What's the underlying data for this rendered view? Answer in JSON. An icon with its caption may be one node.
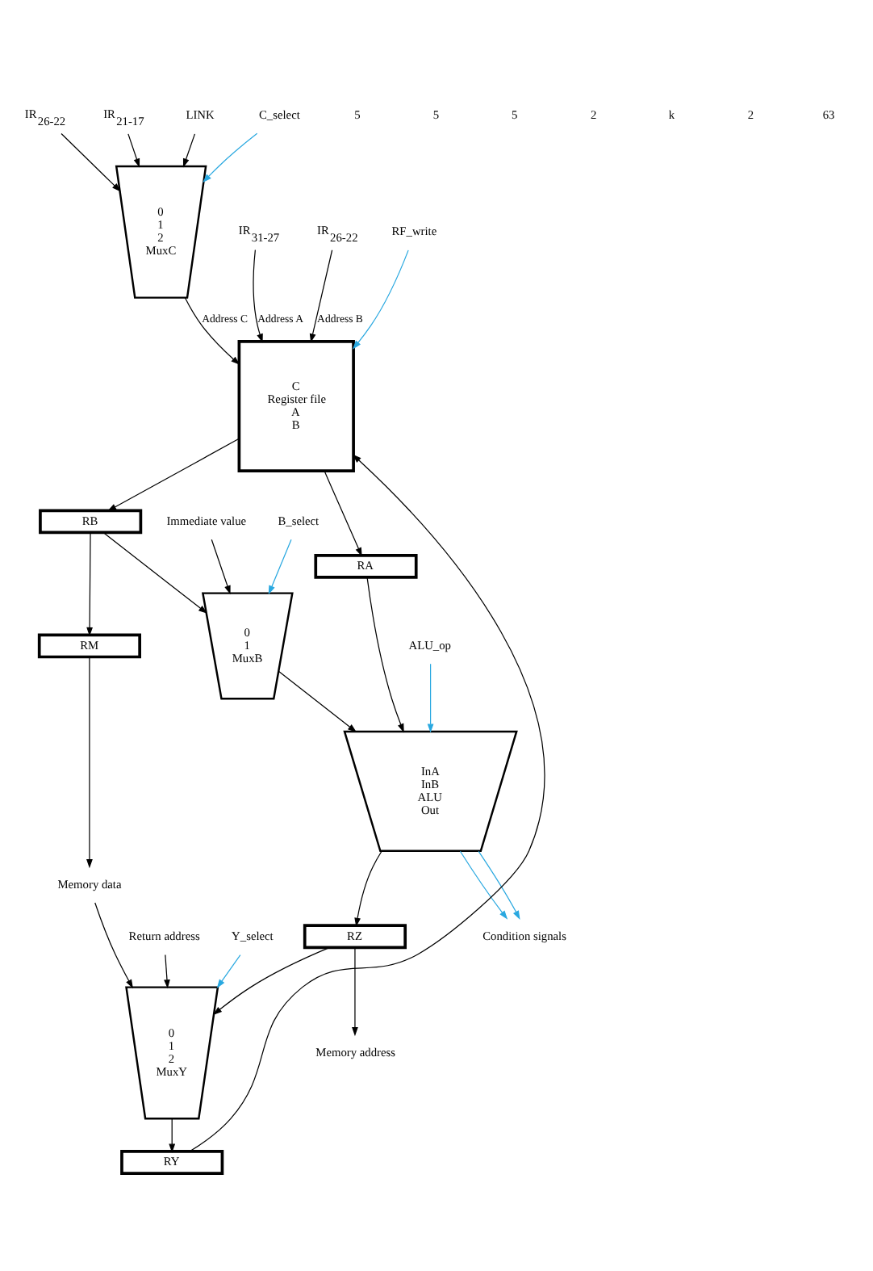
{
  "diagram": {
    "nodes": [
      {
        "text": [
          "C",
          "Register file",
          "A",
          "B"
        ]
      },
      {
        "text": [
          "RA"
        ]
      },
      {
        "text": [
          "RB"
        ]
      },
      {
        "text": [
          "0",
          "1",
          "MuxB"
        ]
      },
      {
        "text": [
          "InA",
          "InB",
          "ALU",
          "Out"
        ]
      },
      {
        "text": [
          "RZ"
        ]
      },
      {
        "text": [
          "RM"
        ]
      },
      {
        "text": [
          "0",
          "1",
          "2",
          "MuxY"
        ]
      },
      {
        "text": [
          "RY"
        ]
      },
      {
        "text": [
          "0",
          "1",
          "2",
          "MuxC"
        ]
      },
      {
        "text": [
          "IR$_{31-27}$"
        ]
      },
      {
        "text": [
          "IR$_{26-22}$"
        ]
      },
      {
        "text": [
          "RF_write"
        ]
      },
      {
        "text": [
          "IR$_{26-22}$"
        ]
      },
      {
        "text": [
          "IR$_{21-17}$"
        ]
      },
      {
        "text": [
          "LINK"
        ]
      },
      {
        "text": [
          "C_select"
        ]
      },
      {
        "text": [
          "B_select"
        ]
      },
      {
        "text": [
          "Immediate value"
        ]
      },
      {
        "text": [
          "ALU_op"
        ]
      },
      {
        "text": [
          "Condition signals"
        ]
      },
      {
        "text": [
          "Memory address"
        ]
      },
      {
        "text": [
          "Memory data"
        ]
      },
      {
        "text": [
          "Return address"
        ]
      },
      {
        "text": [
          "Y_select"
        ]
      }
    ],
    "edges": [
      {
        "from": 8,
        "to": 0,
        "arrow": "to"
      },
      {
        "from": 10,
        "to": 0,
        "arrow": "to",
        "label": "Address A"
      },
      {
        "from": 11,
        "to": 0,
        "arrow": "to",
        "label": "Address B"
      },
      {
        "from": 12,
        "to": 0,
        "arrow": "to",
        "color": "#29a8e0"
      },
      {
        "from": 9,
        "to": 0,
        "arrow": "to",
        "label": "Address C"
      },
      {
        "from": 13,
        "to": 9,
        "arrow": "to"
      },
      {
        "from": 14,
        "to": 9,
        "arrow": "to"
      },
      {
        "from": 15,
        "to": 9,
        "arrow": "to"
      },
      {
        "from": 16,
        "to": 9,
        "arrow": "to",
        "color": "#29a8e0"
      },
      {
        "from": 0,
        "to": 1,
        "arrow": "to"
      },
      {
        "from": 0,
        "to": 2,
        "arrow": "to"
      },
      {
        "from": 2,
        "to": 3,
        "arrow": "to"
      },
      {
        "from": 2,
        "to": 6,
        "arrow": "to"
      },
      {
        "from": 18,
        "to": 3,
        "arrow": "to"
      },
      {
        "from": 17,
        "to": 3,
        "arrow": "to",
        "color": "#29a8e0"
      },
      {
        "from": 1,
        "to": 4,
        "arrow": "to"
      },
      {
        "from": 3,
        "to": 4,
        "arrow": "to"
      },
      {
        "from": 19,
        "to": 4,
        "arrow": "to",
        "color": "#29a8e0"
      },
      {
        "from": 4,
        "to": 20,
        "arrow": "to",
        "color": "#29a8e0"
      },
      {
        "from": 4,
        "to": 20,
        "arrow": "to",
        "color": "#29a8e0"
      },
      {
        "from": 4,
        "to": 5,
        "arrow": "to"
      },
      {
        "from": 5,
        "to": 21,
        "arrow": "to"
      },
      {
        "from": 6,
        "to": 22,
        "arrow": "to"
      },
      {
        "from": 5,
        "to": 7,
        "arrow": "to"
      },
      {
        "from": 22,
        "to": 7,
        "arrow": "to"
      },
      {
        "from": 23,
        "to": 7,
        "arrow": "to"
      },
      {
        "from": 24,
        "to": 7,
        "arrow": "to",
        "color": "#29a8e0"
      },
      {
        "from": 7,
        "to": 8,
        "arrow": "to"
      }
    ],
    "labels": [
      "5",
      "5",
      "5",
      "2",
      "k",
      "2",
      "63"
    ]
  }
}
